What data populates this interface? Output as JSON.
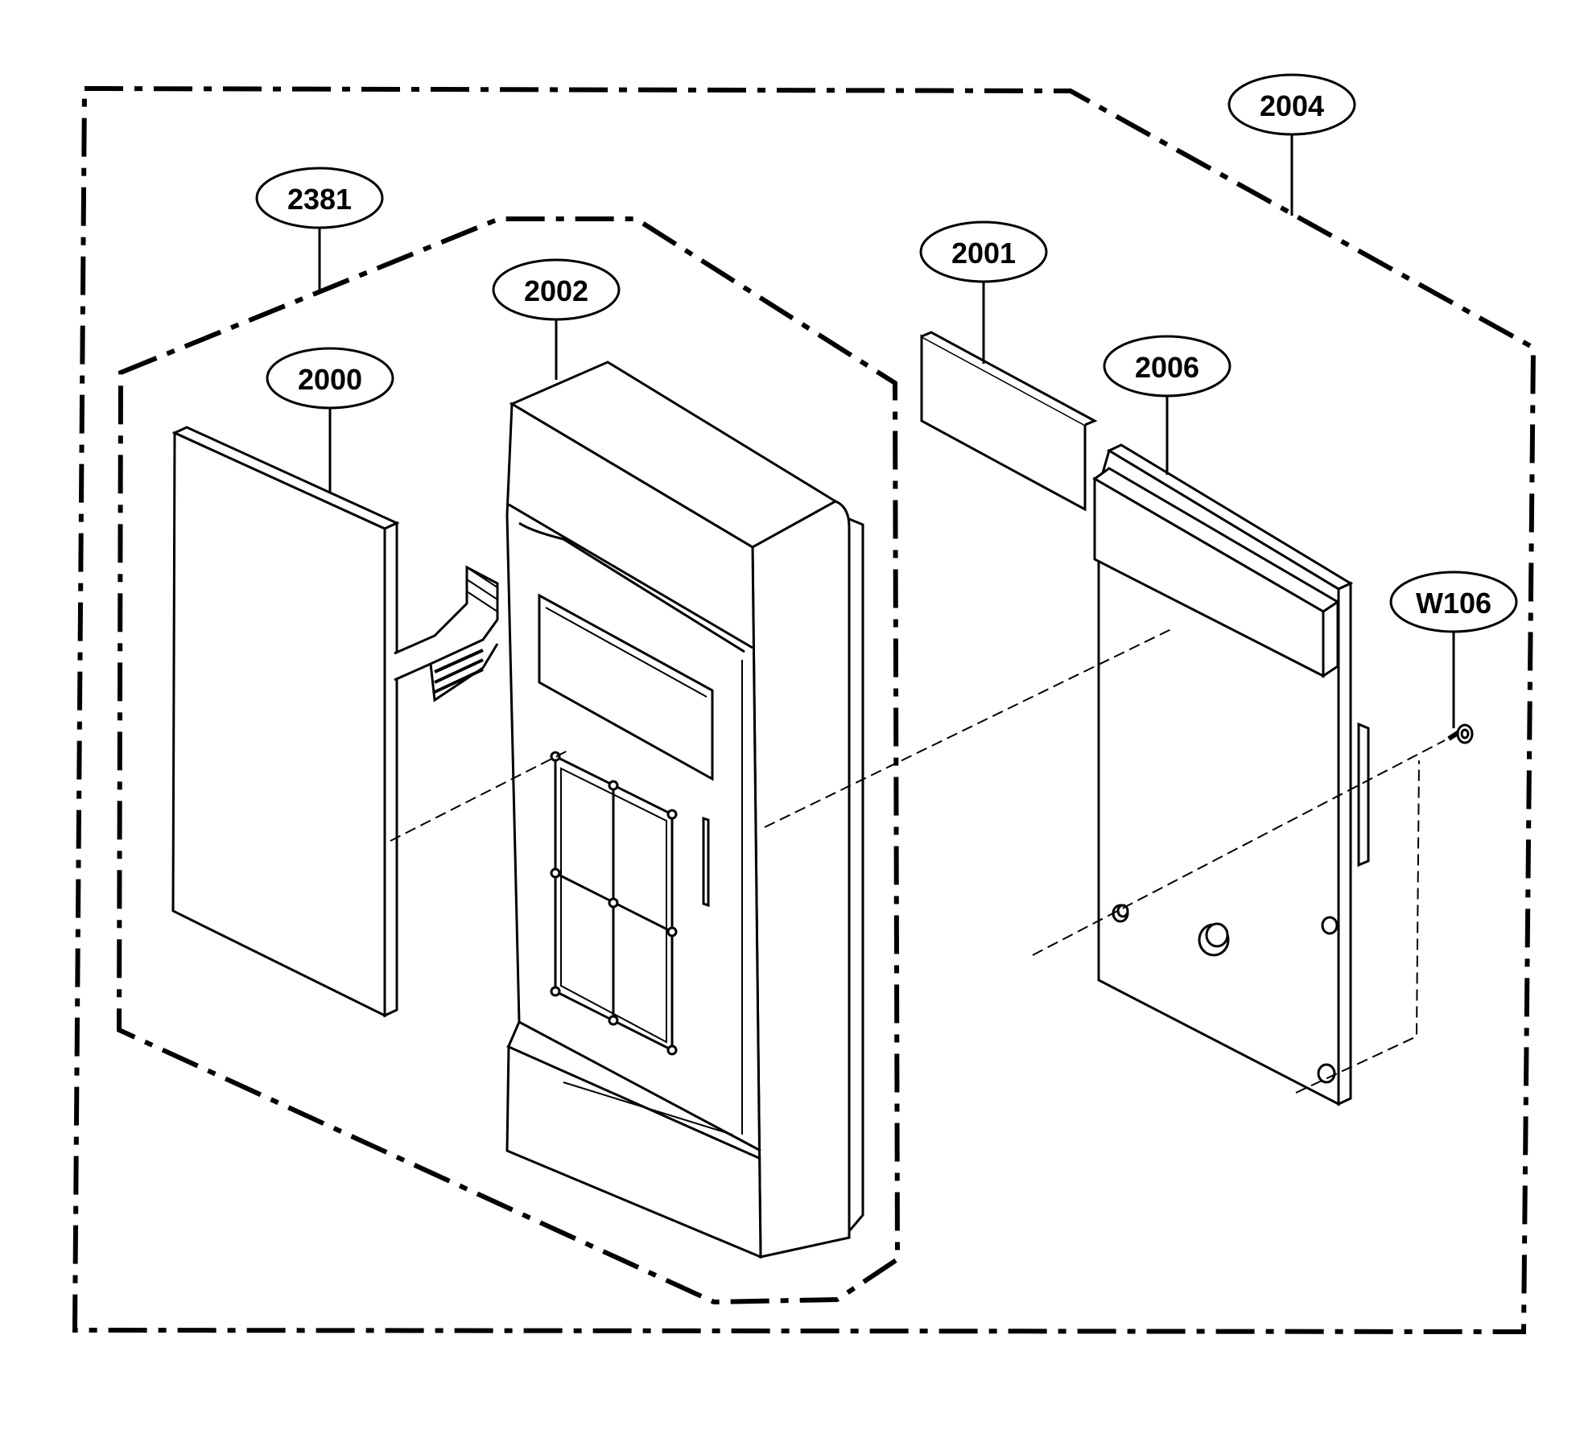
{
  "diagram": {
    "callouts": [
      {
        "id": "2004",
        "label": "2004"
      },
      {
        "id": "2381",
        "label": "2381"
      },
      {
        "id": "2001",
        "label": "2001"
      },
      {
        "id": "2002",
        "label": "2002"
      },
      {
        "id": "2000",
        "label": "2000"
      },
      {
        "id": "2006",
        "label": "2006"
      },
      {
        "id": "W106",
        "label": "W106"
      }
    ]
  },
  "colors": {
    "ink": "#000000",
    "paper": "#ffffff"
  }
}
